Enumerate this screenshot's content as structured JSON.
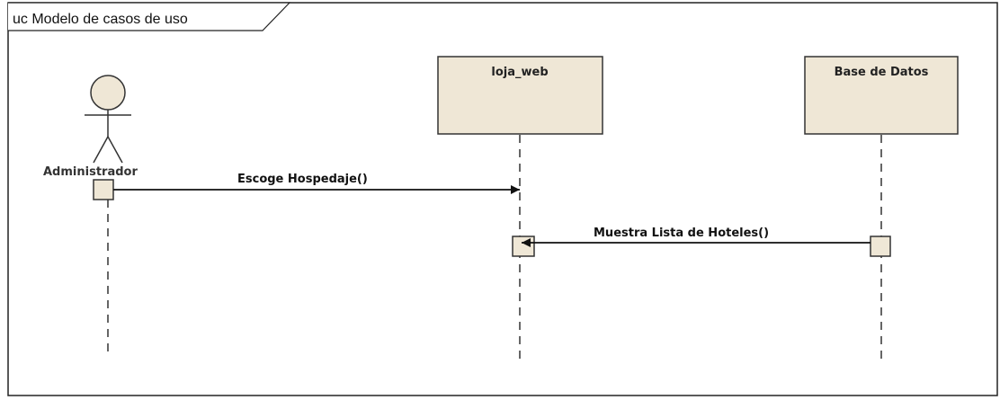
{
  "diagram": {
    "frame_title": "uc Modelo de casos de uso",
    "colors": {
      "box_fill": "#efe7d6",
      "box_stroke": "#333333",
      "line": "#111111",
      "frame": "#222222"
    },
    "actor": {
      "name": "Administrador",
      "icon": "stick-figure-actor"
    },
    "lifelines": [
      {
        "id": "loja-web",
        "label": "loja_web"
      },
      {
        "id": "base-datos",
        "label": "Base de Datos"
      }
    ],
    "messages": [
      {
        "id": "msg-1",
        "label": "Escoge Hospedaje()"
      },
      {
        "id": "msg-2",
        "label": "Muestra Lista de Hoteles()"
      }
    ]
  }
}
